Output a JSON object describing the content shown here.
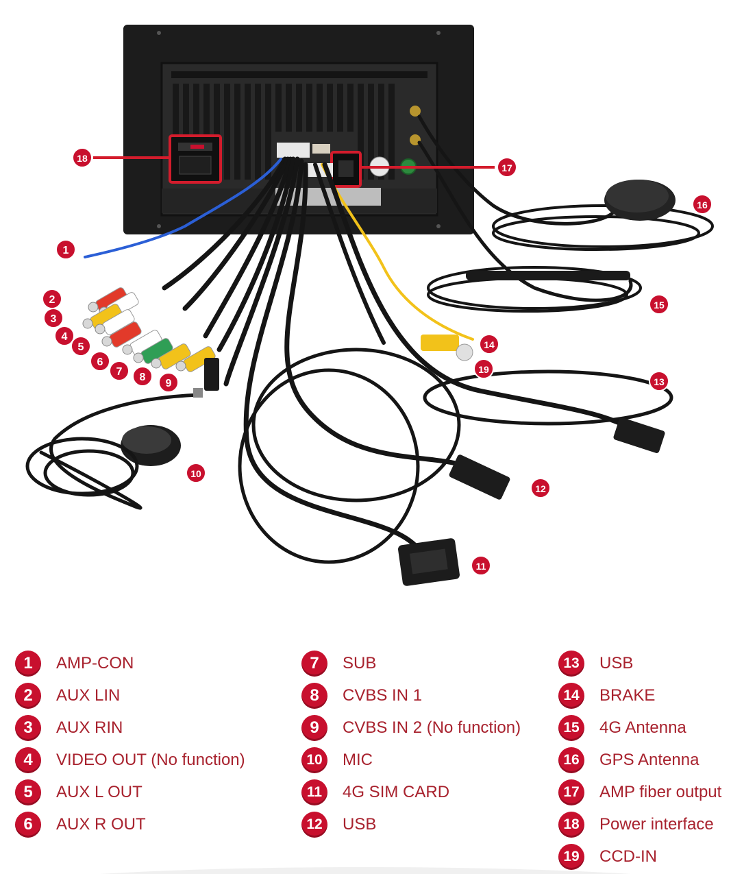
{
  "accent_color": "#c8102e",
  "label_color": "#a8222e",
  "legend": {
    "col1": [
      {
        "num": "1",
        "label": "AMP-CON"
      },
      {
        "num": "2",
        "label": "AUX LIN"
      },
      {
        "num": "3",
        "label": "AUX RIN"
      },
      {
        "num": "4",
        "label": "VIDEO OUT (No function)"
      },
      {
        "num": "5",
        "label": "AUX L OUT"
      },
      {
        "num": "6",
        "label": "AUX R OUT"
      }
    ],
    "col2": [
      {
        "num": "7",
        "label": "SUB"
      },
      {
        "num": "8",
        "label": "CVBS IN 1"
      },
      {
        "num": "9",
        "label": "CVBS IN 2 (No function)"
      },
      {
        "num": "10",
        "label": "MIC"
      },
      {
        "num": "11",
        "label": "4G SIM CARD"
      },
      {
        "num": "12",
        "label": "USB"
      }
    ],
    "col3": [
      {
        "num": "13",
        "label": "USB"
      },
      {
        "num": "14",
        "label": "BRAKE"
      },
      {
        "num": "15",
        "label": "4G Antenna"
      },
      {
        "num": "16",
        "label": "GPS Antenna"
      },
      {
        "num": "17",
        "label": "AMP fiber output"
      },
      {
        "num": "18",
        "label": "Power interface"
      },
      {
        "num": "19",
        "label": "CCD-IN"
      }
    ]
  },
  "callouts": {
    "c1": "1",
    "c2": "2",
    "c3": "3",
    "c4": "4",
    "c5": "5",
    "c6": "6",
    "c7": "7",
    "c8": "8",
    "c9": "9",
    "c10": "10",
    "c11": "11",
    "c12": "12",
    "c13": "13",
    "c14": "14",
    "c15": "15",
    "c16": "16",
    "c17": "17",
    "c18": "18",
    "c19": "19"
  }
}
